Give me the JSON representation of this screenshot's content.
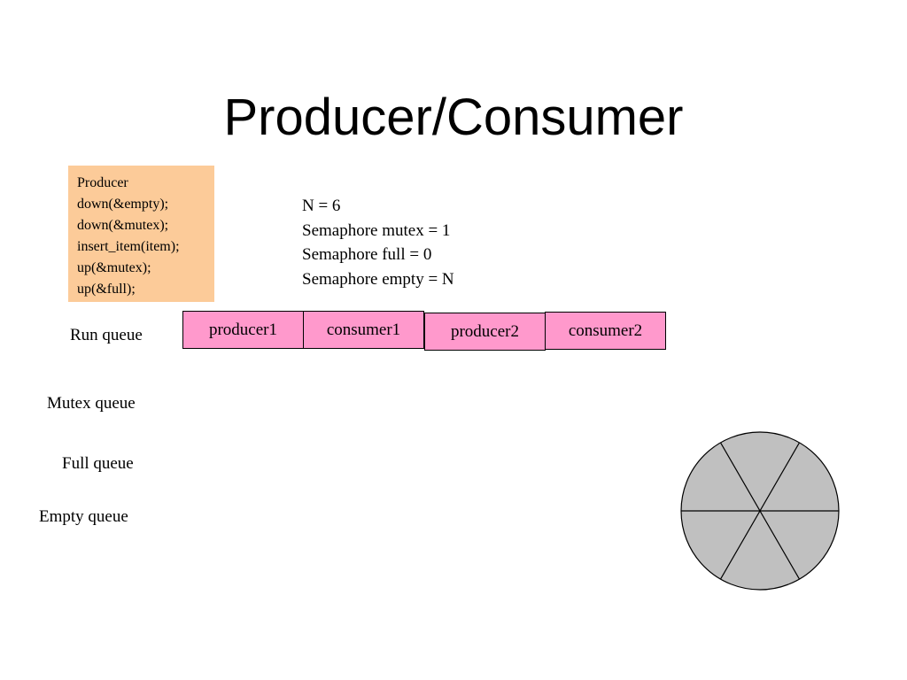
{
  "title": "Producer/Consumer",
  "producer_code": {
    "lines": [
      "Producer",
      "down(&empty);",
      "down(&mutex);",
      "insert_item(item);",
      "up(&mutex);",
      "up(&full);"
    ],
    "background": "#fccb99"
  },
  "semaphores": {
    "lines": [
      "N = 6",
      "Semaphore mutex = 1",
      "Semaphore full = 0",
      "Semaphore empty = N"
    ]
  },
  "queues": {
    "run": "Run queue",
    "mutex": "Mutex queue",
    "full": "Full queue",
    "empty": "Empty queue"
  },
  "run_queue_items": [
    "producer1",
    "consumer1",
    "producer2",
    "consumer2"
  ],
  "colors": {
    "process_box": "#ff99cc",
    "buffer_fill": "#c0c0c0"
  },
  "buffer": {
    "slots": 6
  }
}
